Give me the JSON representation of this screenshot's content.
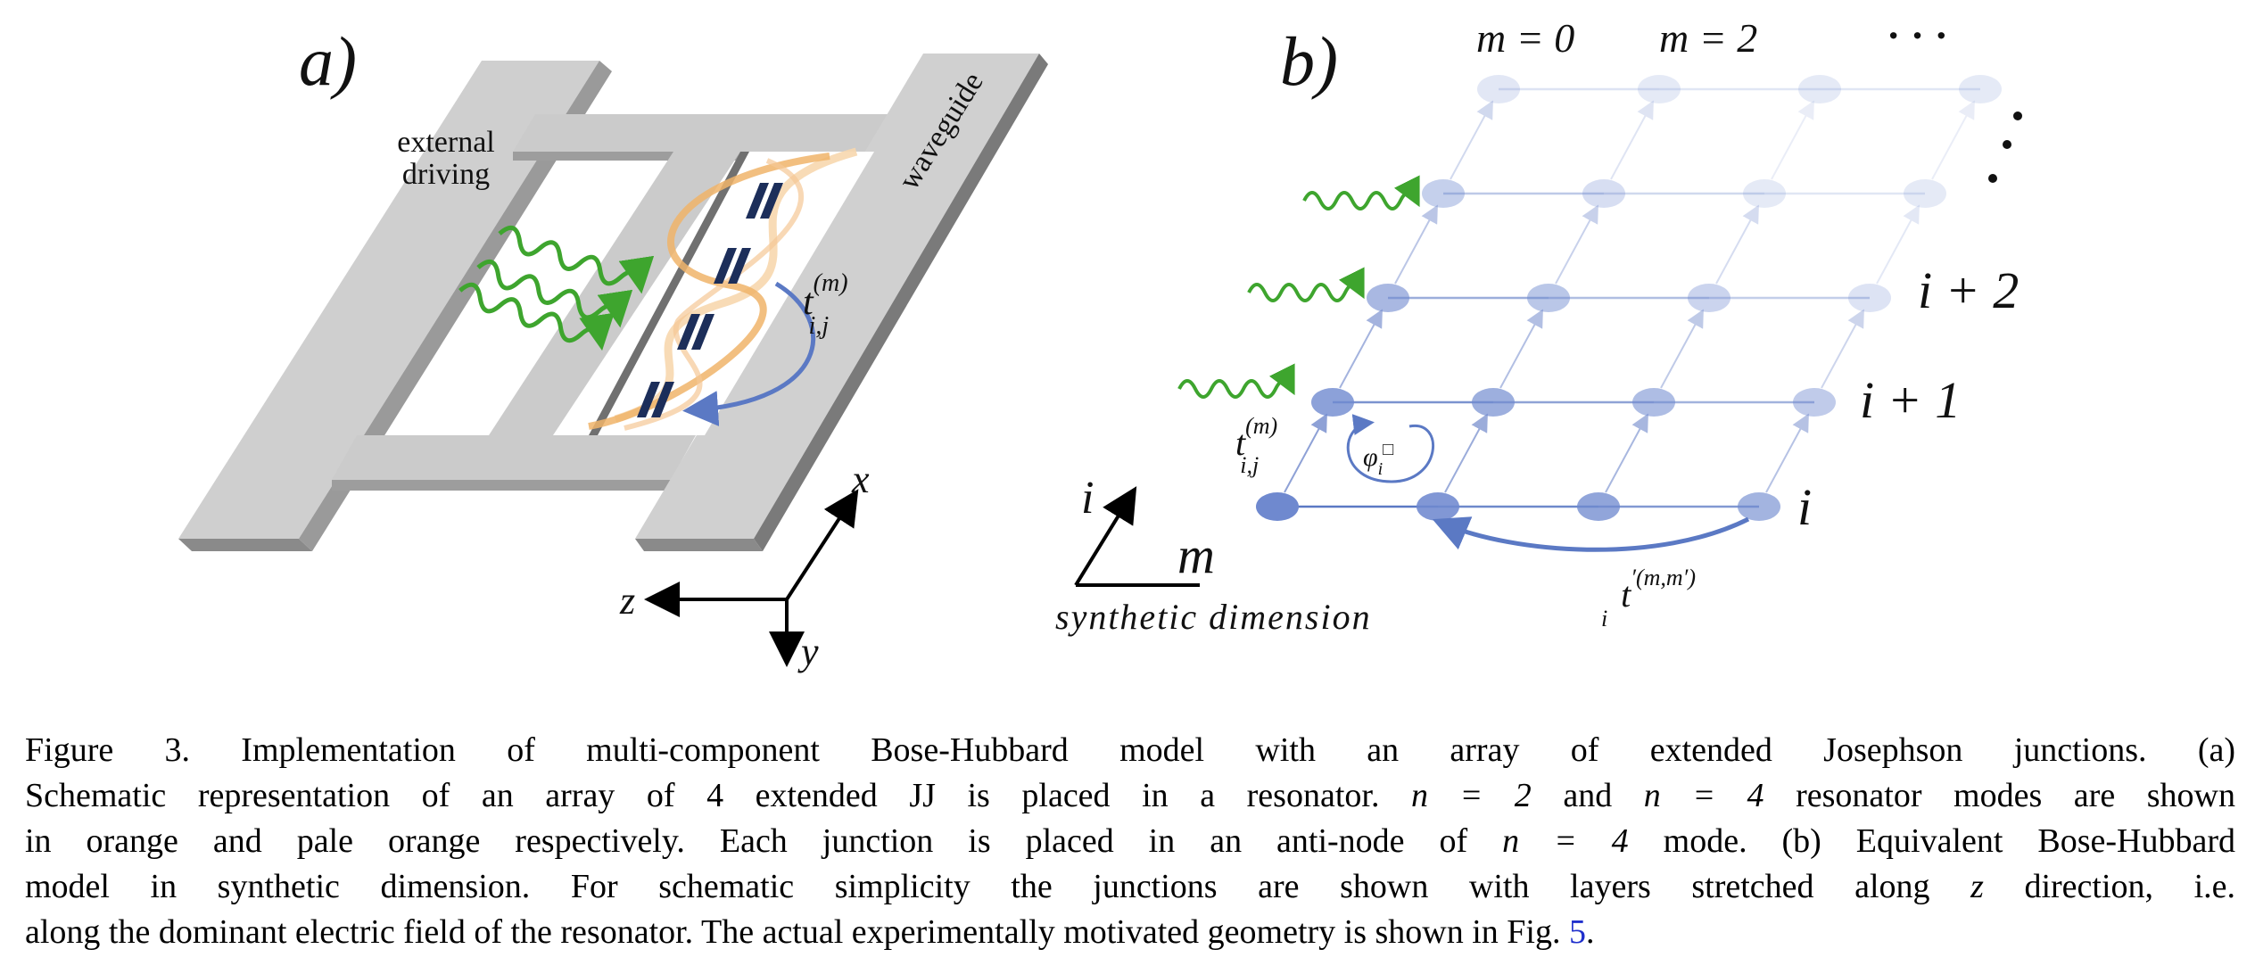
{
  "panel_a": {
    "label": "a)",
    "external_driving_line1": "external",
    "external_driving_line2": "driving",
    "waveguide_label": "waveguide",
    "hopping_label_base": "t",
    "hopping_label_sup": "(m)",
    "hopping_label_sub": "i,j",
    "axis_x": "x",
    "axis_y": "y",
    "axis_z": "z"
  },
  "panel_b": {
    "label": "b)",
    "col_label_0": "m = 0",
    "col_label_2": "m = 2",
    "ellipsis": "· · ·",
    "row_label_i2": "i + 2",
    "row_label_i1": "i + 1",
    "row_label_i": "i",
    "hop_label_base": "t",
    "hop_label_sup": "(m)",
    "hop_label_sub": "i,j",
    "flux_label_base": "φ",
    "flux_label_sub": "i",
    "flux_label_sup": "□",
    "synth_hop_base": "t",
    "synth_hop_sup": "′(m,m′)",
    "synth_hop_sub": "i",
    "axis_i": "i",
    "axis_m": "m",
    "axis_caption": "synthetic dimension"
  },
  "caption": {
    "line1": "Figure 3.  Implementation of multi-component Bose-Hubbard model with an array of extended Josephson junctions.  (a)",
    "line2_a": "Schematic representation of an array of 4 extended JJ is placed in a resonator.  ",
    "line2_n1": "n = 2",
    "line2_b": " and ",
    "line2_n2": "n = 4",
    "line2_c": " resonator modes are shown",
    "line3_a": "in orange and pale orange respectively.  Each junction is placed in an anti-node of ",
    "line3_n": "n = 4",
    "line3_b": " mode.  (b) Equivalent Bose-Hubbard",
    "line4_a": "model in synthetic dimension.  For schematic simplicity the junctions are shown with layers stretched along ",
    "line4_z": "z",
    "line4_b": " direction, i.e.",
    "line5_a": "along the dominant electric field of the resonator.  The actual experimentally motivated geometry is shown in Fig. ",
    "line5_ref": "5",
    "line5_b": "."
  },
  "colors": {
    "structure": "#c9c9c9",
    "structure_edge": "#6e6e6e",
    "junction": "#1c2e5a",
    "drive_green": "#3ea52e",
    "mode_orange": "#f0b46a",
    "mode_pale": "#f7d7ae",
    "hop_blue": "#5b79c4",
    "node_blue": "#8fa4d8"
  }
}
